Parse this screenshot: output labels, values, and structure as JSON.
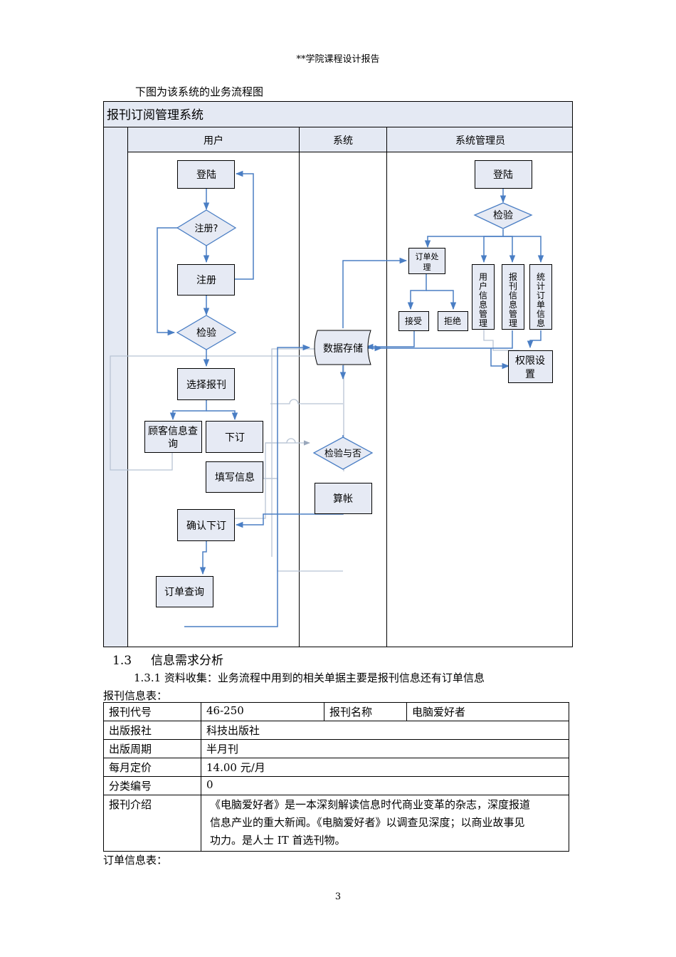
{
  "header": {
    "title": "**学院课程设计报告"
  },
  "intro": "下图为该系统的业务流程图",
  "flow": {
    "title": "报刊订阅管理系统",
    "lanes": [
      "用户",
      "系统",
      "系统管理员"
    ],
    "user": {
      "login": "登陆",
      "register_q": "注册?",
      "register": "注册",
      "verify": "检验",
      "select": "选择报刊",
      "customer_query_1": "顾客信息查",
      "customer_query_2": "询",
      "order": "下订",
      "fill": "填写信息",
      "confirm": "确认下订",
      "order_query": "订单查询"
    },
    "system": {
      "storage": "数据存储",
      "check": "检验与否",
      "account": "算帐"
    },
    "admin": {
      "login": "登陆",
      "verify": "检验",
      "order_proc_1": "订单处",
      "order_proc_2": "理",
      "accept": "接受",
      "reject": "拒绝",
      "user_info": [
        "用",
        "户",
        "信",
        "息",
        "管",
        "理"
      ],
      "paper_info": [
        "报",
        "刊",
        "信",
        "息",
        "管",
        "理"
      ],
      "stat_info": [
        "统",
        "计",
        "订",
        "单",
        "信",
        "息"
      ],
      "perm_1": "权限设",
      "perm_2": "置"
    }
  },
  "section": {
    "number": "1.3",
    "title": "信息需求分析"
  },
  "subsection": "1.3.1 资料收集：业务流程中用到的相关单据主要是报刊信息还有订单信息",
  "table_label": "报刊信息表：",
  "table": {
    "code_label": "报刊代号",
    "code": "46-250",
    "name_label": "报刊名称",
    "name": "电脑爱好者",
    "publisher_label": "出版报社",
    "publisher": "科技出版社",
    "period_label": "出版周期",
    "period": "半月刊",
    "price_label": "每月定价",
    "price": "14.00 元/月",
    "category_label": "分类编号",
    "category": "0",
    "intro_label": "报刊介绍",
    "intro_lines": [
      "《电脑爱好者》是一本深刻解读信息时代商业变革的杂志，深度报道",
      "信息产业的重大新闻。《电脑爱好者》以调查见深度；以商业故事见",
      "功力。是人士 IT 首选刊物。"
    ]
  },
  "order_label": "订单信息表：",
  "page_number": "3",
  "colors": {
    "node_fill": "#e6eaf4",
    "line_blue": "#4a7ec4",
    "line_gray": "#b8c4d4",
    "header_fill": "#e4e9f3",
    "border": "#000000"
  }
}
